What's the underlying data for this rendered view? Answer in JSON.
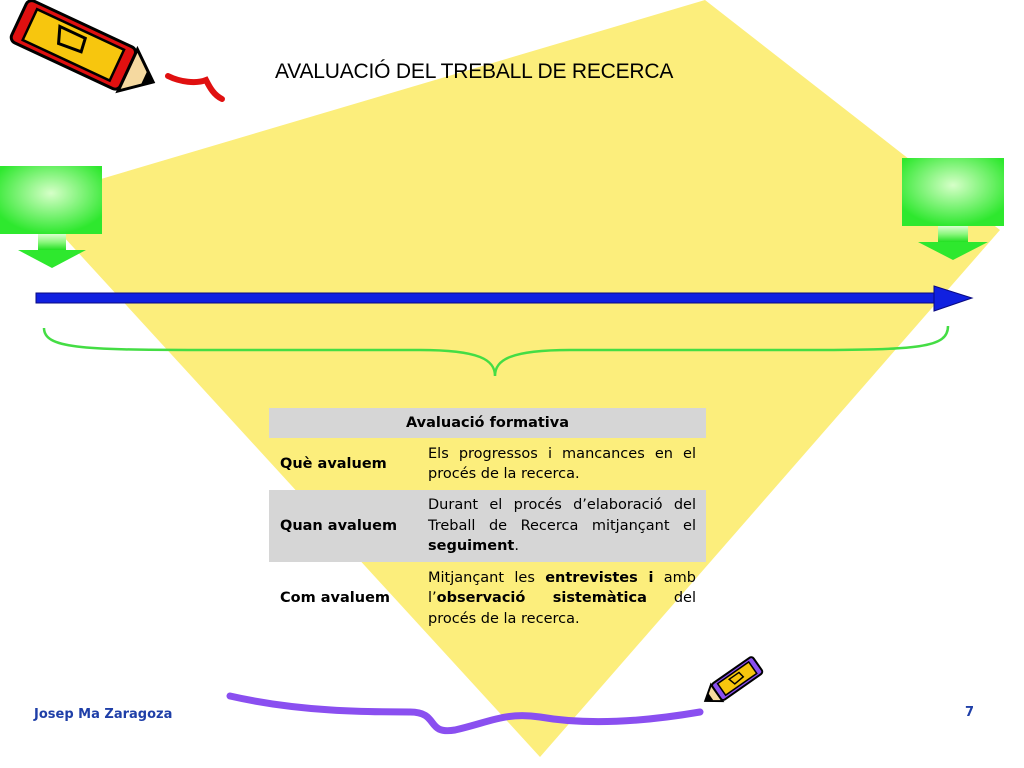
{
  "slide": {
    "title": "AVALUACIÓ DEL TREBALL DE RECERCA",
    "page_number": "7",
    "author": "Josep Ma Zaragoza"
  },
  "table": {
    "header": "Avaluació formativa",
    "rows": [
      {
        "label": "Què avaluem",
        "desc": [
          "Els progressos i mancances en el procés de la recerca."
        ]
      },
      {
        "label": "Quan avaluem",
        "desc": [
          "Durant el procés d’elaboració del Treball de Recerca mitjançant el ",
          "seguiment",
          "."
        ]
      },
      {
        "label": "Com avaluem",
        "desc": [
          "Mitjançant les ",
          "entrevistes i",
          " amb l’",
          "observació sistemàtica",
          " del procés de la recerca."
        ]
      }
    ]
  },
  "colors": {
    "diamond": "#fcee7c",
    "arrow_blue": "#1020e0",
    "brace_green": "#44dd44",
    "down_arrow_green": "#33ee33",
    "wave_purple": "#8a4ff0",
    "footer_text": "#1f3fa8",
    "table_shade": "#d6d6d6"
  },
  "icons": {
    "top_left": "pencil-icon",
    "bottom_right": "pencil-icon",
    "left_marker": "down-arrow-icon",
    "right_marker": "down-arrow-icon",
    "timeline": "right-arrow-icon",
    "span": "curly-brace-icon"
  }
}
